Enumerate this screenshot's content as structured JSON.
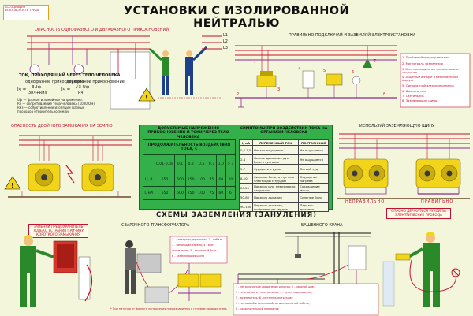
{
  "logo": {
    "line1": "АССОЦИАЦИЯ",
    "line2": "БЕЗОПАСНОСТЬ ТРУДА"
  },
  "title": "УСТАНОВКИ С ИЗОЛИРОВАННОЙ НЕЙТРАЛЬЮ",
  "top_left": {
    "heading": "ОПАСНОСТЬ ОДНОФАЗНОГО И ДВУХФАЗНОГО ПРИКОСНОВЕНИЙ",
    "current_heading": "ТОК, ПРОХОДЯЩИЙ ЧЕРЕЗ ТЕЛО ЧЕЛОВЕКА",
    "single_phase": "однофазное прикосновение",
    "two_phase": "двухфазное прикосновение",
    "formula_left": "3Uф",
    "formula_left_den": "3Rч+Rиз",
    "formula_right": "√3 Uф",
    "formula_right_den": "Rч",
    "legend_1": "Uф — фазное и линейное напряжение;",
    "legend_2": "Rч — сопротивление тела человека (1000 Ом);",
    "legend_3": "Rиз — сопротивление изоляции фазных",
    "legend_4": "проводов относительно земли",
    "ih_left": "Iч =",
    "ih_right": "Iч =",
    "line_l1": "L1",
    "line_l2": "L2",
    "line_l3": "L3"
  },
  "top_right": {
    "heading": "ПРАВИЛЬНО ПОДКЛЮЧАЙ И ЗАЗЕМЛЯЙ ЭЛЕКТРОУСТАНОВКИ",
    "legend": [
      "1. Пробивной предохранитель",
      "2. Магистраль заземления",
      "3. Болт присоединения заземления или зануления",
      "4. Защитный аппарат в металлическом корпусе",
      "5. Однофазный электроприемник",
      "6. Выключатель",
      "7. Светильник",
      "8. Заземляющие шины"
    ],
    "num": [
      "1",
      "2",
      "3",
      "4",
      "5",
      "6",
      "7",
      "8"
    ]
  },
  "mid_left": {
    "heading": "ОПАСНОСТЬ ДВОЙНОГО ЗАМЫКАНИЯ НА ЗЕМЛЮ"
  },
  "mid_center": {
    "heading_left": "ДОПУСТИМЫЕ НАПРЯЖЕНИЯ ПРИКОСНОВЕНИЯ И ТОКИ ЧЕРЕЗ ТЕЛО ЧЕЛОВЕКА",
    "heading_right": "СИМПТОМЫ ПРИ ВОЗДЕЙСТВИИ ТОКА НА ОРГАНИЗМ ЧЕЛОВЕКА",
    "duration_label": "ПРОДОЛЖИТЕЛЬНОСТЬ ВОЗДЕЙСТВИЯ ТОКА, С",
    "durations": [
      "0,01-0,08",
      "0,1",
      "0,2",
      "0,5",
      "0,7",
      "1,0",
      "> 1"
    ],
    "rows": [
      {
        "label": "U, B",
        "values": [
          "650",
          "500",
          "250",
          "100",
          "75",
          "60",
          "20"
        ]
      },
      {
        "label": "I, мА",
        "values": [
          "650",
          "500",
          "250",
          "100",
          "75",
          "60",
          "6"
        ]
      }
    ],
    "sym_header": [
      "I, мА",
      "ПЕРЕМЕННЫЙ ТОК",
      "ПОСТОЯННЫЙ"
    ],
    "sym_rows": [
      [
        "0,6-1,5",
        "Начало ощущения",
        "Не ощущается"
      ],
      [
        "2-4",
        "Легкое дрожание рук, боли в суставах",
        "Не ощущается"
      ],
      [
        "5-7",
        "Судороги в руках",
        "Легкий зуд"
      ],
      [
        "8-10",
        "Сильные боли, отпустить электроды с трудом",
        "Ощущение нагрева"
      ],
      [
        "20-25",
        "Паралич рук, невозможно отпустить",
        "Сокращение мышц"
      ],
      [
        "50-80",
        "Паралич дыхания",
        "Сильные боли"
      ],
      [
        "90-100",
        "Паралич дыхания, фибрилляция сердца",
        "Паралич дыхания"
      ]
    ]
  },
  "mid_right": {
    "heading": "ИСПОЛЬЗУЙ ЗАЗЕМЛЯЮЩУЮ ШИНУ",
    "wrong": "НЕПРАВИЛЬНО",
    "right": "ПРАВИЛЬНО"
  },
  "bottom": {
    "heading": "СХЕМЫ ЗАЗЕМЛЕНИЯ (ЗАНУЛЕНИЯ)",
    "fuse_warning": "ЗАМЕНЯЙ ПРЕДОХРАНИТЕЛЬ ТОЛЬКО УСТРАНИВ ПРИЧИНУ КОРОТКОГО ЗАМЫКАНИЯ",
    "welder_heading": "СВАРОЧНОГО ТРАНСФОРМАТОРА",
    "welder_legend": [
      "1 - электрододержатель; 2 - кабель",
      "3 - питающий кабель; 4 - болт",
      "заземления; 5 - защитный болт",
      "6 - заземляющая шина"
    ],
    "welder_note": "* При питании от фазного напряжения предохранитель в нулевом проводе снять",
    "crane_heading": "БАШЕННОГО КРАНА",
    "crane_legend": [
      "1 - металлическое соединение рельсов; 2 - сварной шов;",
      "3 - перемычка в стыке рельсов; 4 - пункт подключения;",
      "5 - заземлитель; 6 - металлоконструкция;",
      "7 - питающий и шланговый четырехжильный кабели;",
      "8 - соединительный проводник"
    ],
    "rail_warning": "ОПАСНО ДЕРЖАТЬСЯ РУКОЙ ЗА ЭЛЕКТРИЧЕСКИЕ ПРОВОДА"
  },
  "colors": {
    "background": "#f4f6dc",
    "wire": "#c8102e",
    "earth": "#8b2a8c",
    "table": "#34b04a",
    "machine": "#f2d51a",
    "worker": "#2a8a2a"
  }
}
